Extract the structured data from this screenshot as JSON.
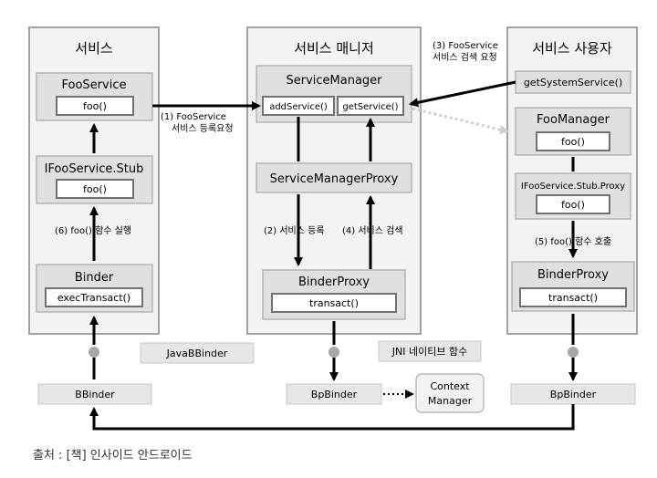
{
  "columns": {
    "service": {
      "title": "서비스",
      "foo_service": "FooService",
      "foo_service_method": "foo()",
      "stub": "IFooService.Stub",
      "stub_method": "foo()",
      "binder": "Binder",
      "binder_method": "execTransact()"
    },
    "manager": {
      "title": "서비스 매니저",
      "service_manager": "ServiceManager",
      "add_service": "addService()",
      "get_service": "getService()",
      "manager_proxy": "ServiceManagerProxy",
      "binder_proxy": "BinderProxy",
      "transact": "transact()"
    },
    "user": {
      "title": "서비스 사용자",
      "get_system_service": "getSystemService()",
      "foo_manager": "FooManager",
      "foo_manager_method": "foo()",
      "stub_proxy": "IFooService.Stub.Proxy",
      "stub_proxy_method": "foo()",
      "binder_proxy": "BinderProxy",
      "transact": "transact()"
    }
  },
  "steps": {
    "step1_line1": "(1) FooService",
    "step1_line2": "서비스 등록요청",
    "step2": "(2) 서비스 등록",
    "step3_line1": "(3) FooService",
    "step3_line2": "서비스 검색 요청",
    "step4": "(4) 서비스 검색",
    "step5": "(5) foo() 함수 호출",
    "step6": "(6) foo() 함수 실행"
  },
  "native": {
    "bbinder": "BBinder",
    "java_bbinder": "JavaBBinder",
    "jni": "JNI 네이티브 함수",
    "bp_binder_center": "BpBinder",
    "bp_binder_right": "BpBinder",
    "context_manager_line1": "Context",
    "context_manager_line2": "Manager"
  },
  "source": "출처 : [책] 인사이드 안드로이드"
}
